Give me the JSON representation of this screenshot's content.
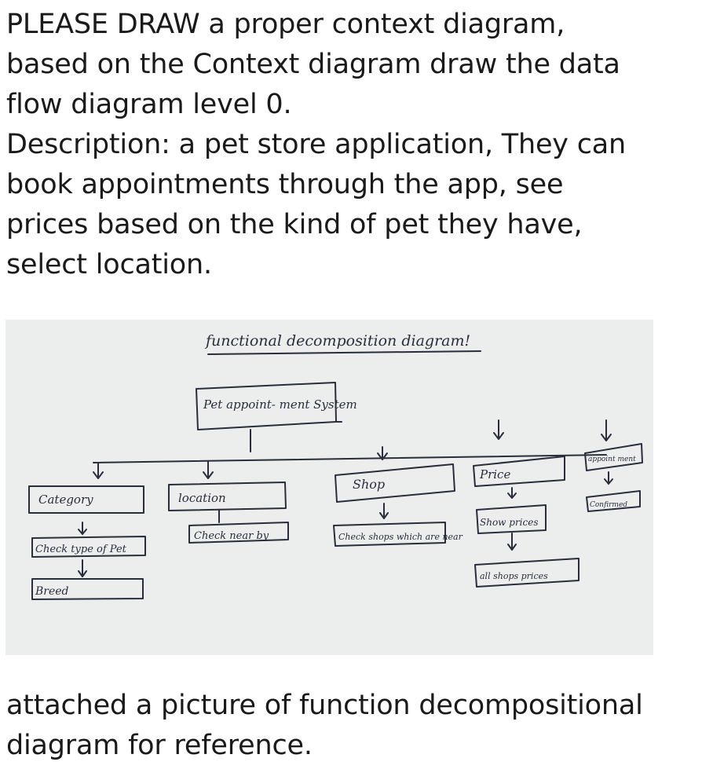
{
  "question": {
    "lines": [
      "PLEASE DRAW a proper context diagram,",
      "based on the Context diagram draw the data",
      "flow diagram level 0.",
      "Description: a pet store application, They can",
      "book appointments through the app, see",
      "prices based on the kind of pet they have,",
      "select location."
    ]
  },
  "diagram": {
    "title": "functional decomposition diagram!",
    "root": "Pet appoint- ment System",
    "branches": [
      {
        "label": "Category",
        "children": [
          "Check type of Pet",
          "Breed"
        ]
      },
      {
        "label": "location",
        "children": [
          "Check near by"
        ]
      },
      {
        "label": "Shop",
        "children": [
          "Check shops which are near"
        ]
      },
      {
        "label": "Price",
        "children": [
          "Show prices",
          "all shops prices"
        ]
      },
      {
        "label": "appoint ment",
        "children": [
          "Confirmed"
        ]
      }
    ]
  },
  "footer": {
    "lines": [
      "attached a picture of function decompositional",
      "diagram for reference."
    ]
  }
}
